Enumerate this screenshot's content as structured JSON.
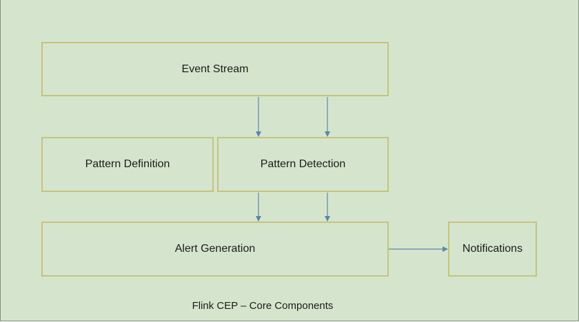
{
  "diagram": {
    "nodes": {
      "event_stream": "Event Stream",
      "pattern_definition": "Pattern Definition",
      "pattern_detection": "Pattern Detection",
      "alert_generation": "Alert Generation",
      "notifications": "Notifications"
    },
    "caption": "Flink CEP – Core Components",
    "edges": [
      {
        "from": "Event Stream",
        "to": "Pattern Detection"
      },
      {
        "from": "Event Stream",
        "to": "Pattern Detection"
      },
      {
        "from": "Pattern Detection",
        "to": "Alert Generation"
      },
      {
        "from": "Pattern Detection",
        "to": "Alert Generation"
      },
      {
        "from": "Alert Generation",
        "to": "Notifications"
      }
    ],
    "colors": {
      "background": "#d5e5cd",
      "box_border": "#c6c27a",
      "arrow": "#5b86a6"
    }
  }
}
